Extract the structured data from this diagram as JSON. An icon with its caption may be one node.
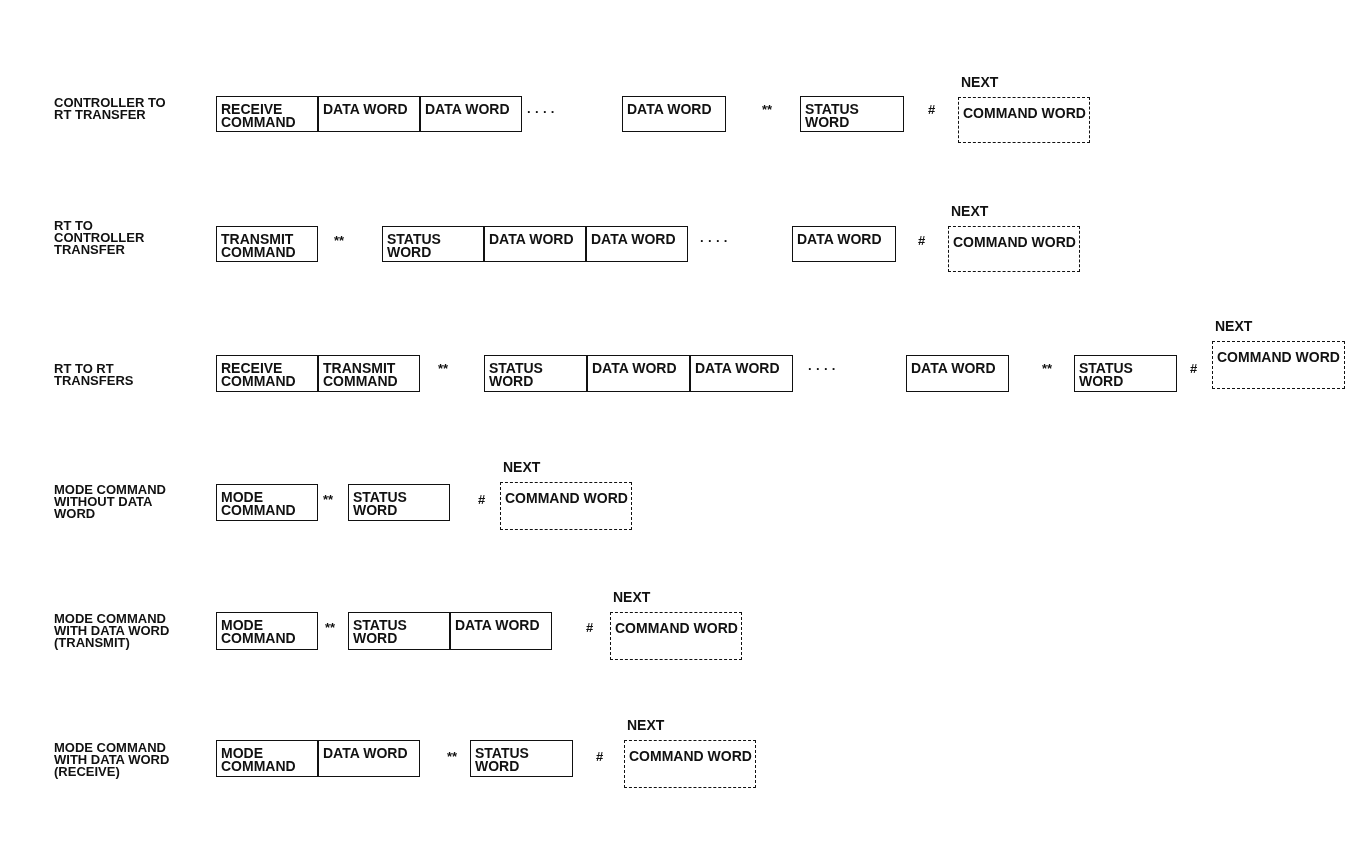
{
  "diagram": {
    "nodes": [
      {
        "text": [
          "RECEIVE COMMAND"
        ]
      },
      {
        "text": [
          "DATA WORD"
        ]
      },
      {
        "text": [
          "DATA WORD"
        ]
      },
      {
        "text": [
          "DATA WORD"
        ]
      },
      {
        "text": [
          "STATUS WORD"
        ]
      },
      {
        "text": [
          "NEXT",
          "COMMAND WORD"
        ]
      },
      {
        "text": [
          "TRANSMIT COMMAND"
        ]
      },
      {
        "text": [
          "STATUS WORD"
        ]
      },
      {
        "text": [
          "DATA WORD"
        ]
      },
      {
        "text": [
          "DATA WORD"
        ]
      },
      {
        "text": [
          "DATA WORD"
        ]
      },
      {
        "text": [
          "NEXT",
          "COMMAND WORD"
        ]
      },
      {
        "text": [
          "RECEIVE COMMAND"
        ]
      },
      {
        "text": [
          "TRANSMIT COMMAND"
        ]
      },
      {
        "text": [
          "STATUS WORD"
        ]
      },
      {
        "text": [
          "DATA WORD"
        ]
      },
      {
        "text": [
          "DATA WORD"
        ]
      },
      {
        "text": [
          "DATA WORD"
        ]
      },
      {
        "text": [
          "STATUS WORD"
        ]
      },
      {
        "text": [
          "NEXT",
          "COMMAND WORD"
        ]
      },
      {
        "text": [
          "MODE COMMAND"
        ]
      },
      {
        "text": [
          "STATUS WORD"
        ]
      },
      {
        "text": [
          "NEXT",
          "COMMAND WORD"
        ]
      },
      {
        "text": [
          "MODE COMMAND"
        ]
      },
      {
        "text": [
          "STATUS WORD"
        ]
      },
      {
        "text": [
          "DATA WORD"
        ]
      },
      {
        "text": [
          "NEXT",
          "COMMAND WORD"
        ]
      },
      {
        "text": [
          "MODE COMMAND"
        ]
      },
      {
        "text": [
          "DATA WORD"
        ]
      },
      {
        "text": [
          "STATUS WORD"
        ]
      },
      {
        "text": [
          "NEXT",
          "COMMAND WORD"
        ]
      }
    ],
    "labels": [
      "CONTROLLER TO RT TRANSFER",
      "· · · ·",
      "**",
      "#",
      "RT TO CONTROLLER TRANSFER",
      "**",
      "· · · ·",
      "#",
      "RT TO RT TRANSFERS",
      "**",
      "· · · ·",
      "**",
      "#",
      "MODE COMMAND WITHOUT DATA WORD",
      "**",
      "#",
      "MODE COMMAND WITH DATA WORD (TRANSMIT)",
      "**",
      "#",
      "MODE COMMAND WITH DATA WORD (RECEIVE)",
      "**",
      "#"
    ]
  }
}
